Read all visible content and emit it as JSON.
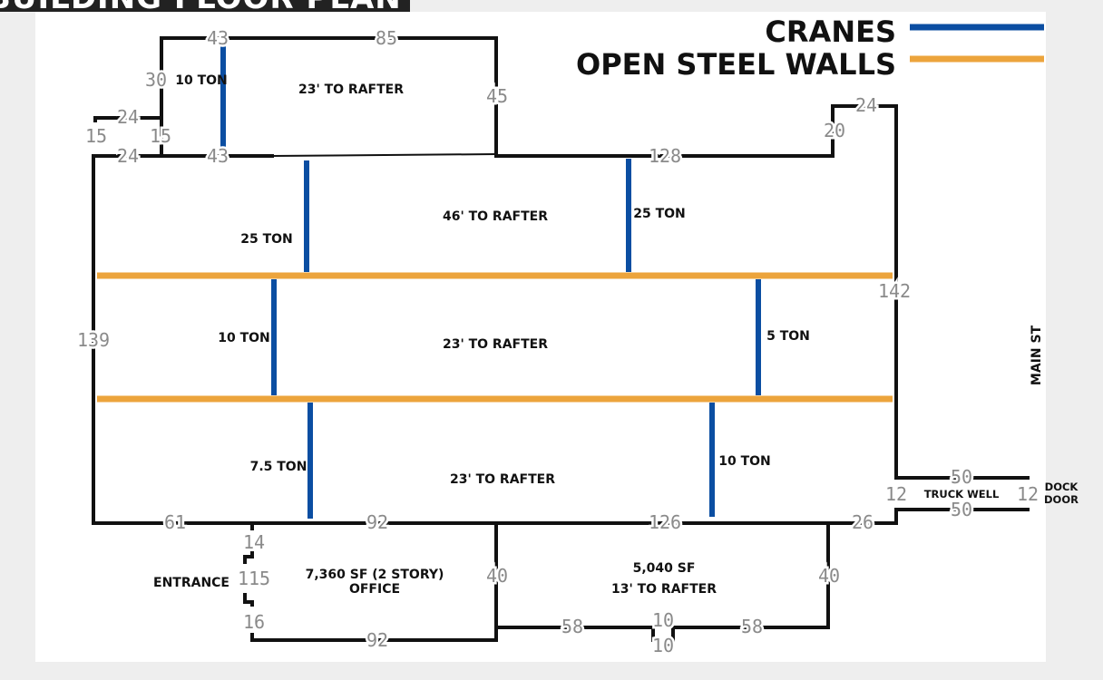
{
  "title": "BUILDING FLOOR PLAN",
  "colors": {
    "crane": "#0b4ea2",
    "open_steel_wall": "#eca43c",
    "wall": "#111111",
    "dimension": "#8a8a8a"
  },
  "legend": {
    "cranes": "CRANES",
    "open_steel_walls": "OPEN STEEL WALLS"
  },
  "street": "MAIN ST",
  "dimensions": [
    "43",
    "85",
    "30",
    "24",
    "15",
    "15",
    "24",
    "43",
    "45",
    "128",
    "24",
    "20",
    "139",
    "142",
    "61",
    "92",
    "126",
    "26",
    "14",
    "115",
    "16",
    "92",
    "40",
    "40",
    "58",
    "10",
    "10",
    "58",
    "50",
    "50",
    "12",
    "12"
  ],
  "rooms": {
    "annex_height": "23' TO RAFTER",
    "bay1_height": "46'  TO RAFTER",
    "bay2_height": "23' TO RAFTER",
    "bay3_height": "23' TO RAFTER",
    "office_area": "7,360 SF (2 STORY)",
    "office_label": "OFFICE",
    "warehouse_area": "5,040 SF",
    "warehouse_height": "13' TO RAFTER",
    "entrance": "ENTRANCE",
    "truck_well": "TRUCK WELL",
    "dock_door_1": "DOCK",
    "dock_door_2": "DOOR"
  },
  "cranes": [
    "10 TON",
    "25 TON",
    "25 TON",
    "10 TON",
    "5 TON",
    "7.5 TON",
    "10 TON"
  ]
}
